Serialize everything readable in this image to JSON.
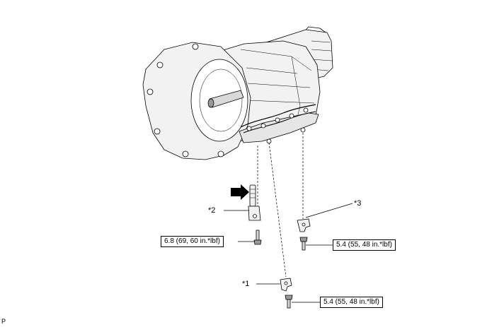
{
  "callouts": {
    "c1": "*1",
    "c2": "*2",
    "c3": "*3"
  },
  "torques": {
    "t_left": "6.8 (69, 60 in.*lbf)",
    "t_right": "5.4 (55, 48 in.*lbf)",
    "t_bottom": "5.4 (55, 48 in.*lbf)"
  },
  "corner_mark": "P",
  "colors": {
    "line": "#000000",
    "housing_fill": "#f2f2f2",
    "shade": "#d9d9d9",
    "dark": "#9a9a9a"
  },
  "icons": {
    "arrow": "front-arrow-icon"
  }
}
